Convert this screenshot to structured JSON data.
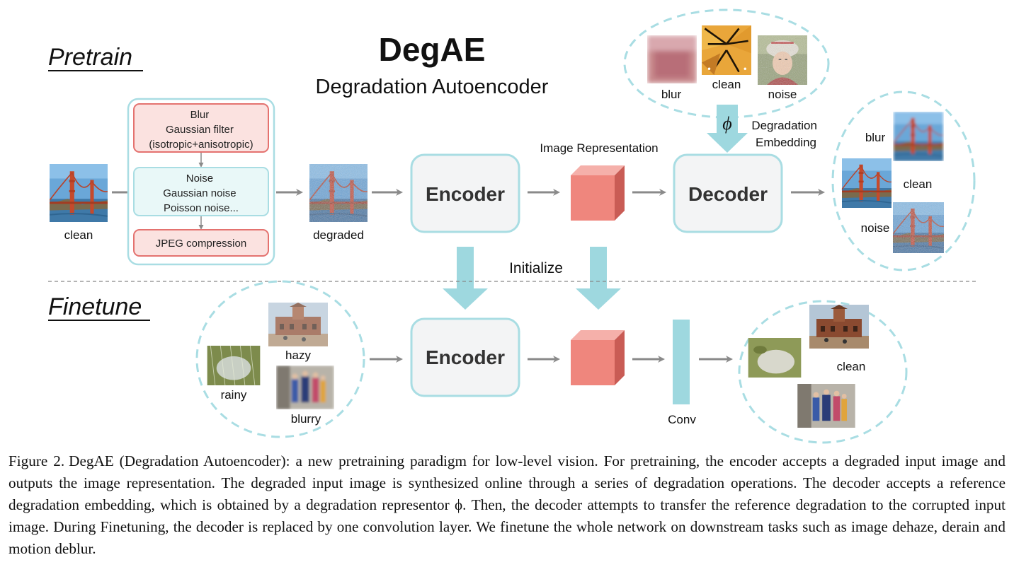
{
  "header": {
    "title": "DegAE",
    "subtitle": "Degradation Autoencoder",
    "pretrain_label": "Pretrain",
    "finetune_label": "Finetune"
  },
  "pretrain": {
    "input_label": "clean",
    "degradations": [
      {
        "lines": [
          "Blur",
          "Gaussian filter",
          "(isotropic+anisotropic)"
        ]
      },
      {
        "lines": [
          "Noise",
          "Gaussian noise",
          "Poisson noise..."
        ]
      },
      {
        "lines": [
          "JPEG compression"
        ]
      }
    ],
    "degraded_label": "degraded",
    "encoder_label": "Encoder",
    "representation_label": "Image Representation",
    "decoder_label": "Decoder",
    "phi_symbol": "ϕ",
    "embedding_label": [
      "Degradation",
      "Embedding"
    ],
    "reference_labels": {
      "blur": "blur",
      "clean": "clean",
      "noise": "noise"
    },
    "output_labels": {
      "blur": "blur",
      "clean": "clean",
      "noise": "noise"
    }
  },
  "initialize_label": "Initialize",
  "finetune": {
    "input_labels": {
      "hazy": "hazy",
      "rainy": "rainy",
      "blurry": "blurry"
    },
    "encoder_label": "Encoder",
    "conv_label": "Conv",
    "output_label": "clean"
  },
  "caption": {
    "label": "Figure 2.",
    "text": "DegAE (Degradation Autoencoder): a new pretraining paradigm for low-level vision. For pretraining, the encoder accepts a degraded input image and outputs the image representation. The degraded input image is synthesized online through a series of degradation operations. The decoder accepts a reference degradation embedding, which is obtained by a degradation representor ϕ. Then, the decoder attempts to transfer the reference degradation to the corrupted input image. During Finetuning, the decoder is replaced by one convolution layer. We finetune the whole network on downstream tasks such as image dehaze, derain and motion deblur."
  },
  "colors": {
    "teal": "#9ed8df",
    "teal_border": "#a9dde3",
    "pink_fill": "#fbe2e0",
    "pink_border": "#e4726f",
    "light_teal_fill": "#e9f8f8",
    "cube_front": "#ef867d",
    "cube_top": "#f5b0aa",
    "cube_side": "#c95c55",
    "box_fill": "#f3f4f5",
    "arrow_gray": "#8a8a8a"
  }
}
